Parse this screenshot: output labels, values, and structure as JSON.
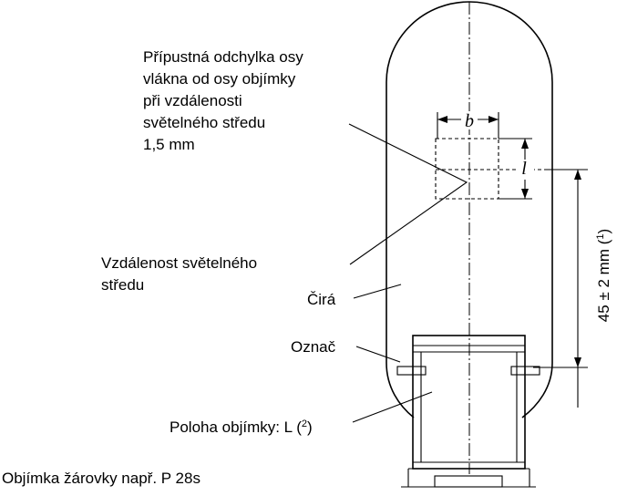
{
  "labels": {
    "tolerance": [
      "Přípustná odchylka osy",
      "vlákna od osy objímky",
      "při vzdálenosti",
      "světelného středu",
      "1,5 mm"
    ],
    "light_centre_distance": [
      "Vzdálenost světelného",
      "středu"
    ],
    "clear": "Čirá",
    "mark": "Označ",
    "cap_position_prefix": "Poloha objímky: L (",
    "cap_position_note": "2",
    "cap_position_suffix": ")",
    "cap_type": "Objímka žárovky např. P 28s"
  },
  "dimensions": {
    "b": "b",
    "l": "l",
    "height_main": "45 ± 2 mm (",
    "height_note": "1",
    "height_close": ")"
  }
}
